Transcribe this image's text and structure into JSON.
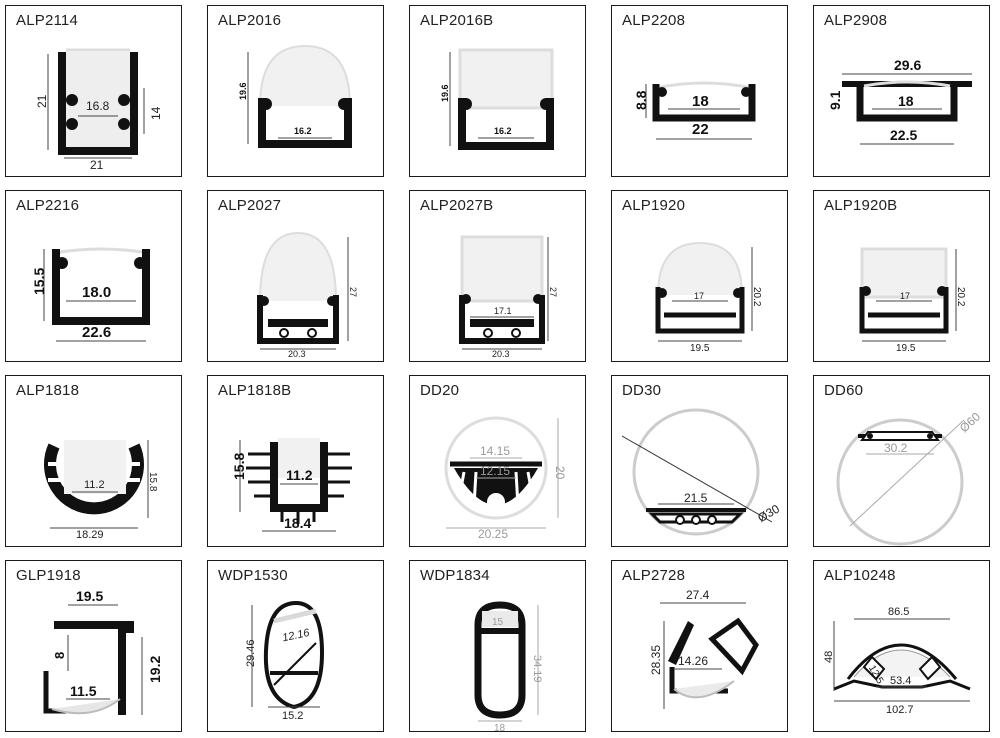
{
  "profiles": [
    {
      "name": "ALP2114",
      "dims": [
        "21",
        "16.8",
        "14",
        "21"
      ]
    },
    {
      "name": "ALP2016",
      "dims": [
        "19.6",
        "16.2"
      ]
    },
    {
      "name": "ALP2016B",
      "dims": [
        "19.6",
        "16.2"
      ]
    },
    {
      "name": "ALP2208",
      "dims": [
        "8.8",
        "18",
        "22"
      ]
    },
    {
      "name": "ALP2908",
      "dims": [
        "29.6",
        "9.1",
        "18",
        "22.5"
      ]
    },
    {
      "name": "ALP2216",
      "dims": [
        "15.5",
        "18.0",
        "22.6"
      ]
    },
    {
      "name": "ALP2027",
      "dims": [
        "27",
        "20.3"
      ]
    },
    {
      "name": "ALP2027B",
      "dims": [
        "27",
        "17.1",
        "20.3"
      ]
    },
    {
      "name": "ALP1920",
      "dims": [
        "17",
        "20.2",
        "19.5"
      ]
    },
    {
      "name": "ALP1920B",
      "dims": [
        "17",
        "20.2",
        "19.5"
      ]
    },
    {
      "name": "ALP1818",
      "dims": [
        "11.2",
        "15.8",
        "18.29"
      ]
    },
    {
      "name": "ALP1818B",
      "dims": [
        "15.8",
        "11.2",
        "18.4"
      ]
    },
    {
      "name": "DD20",
      "dims": [
        "14.15",
        "12.15",
        "20",
        "20.25"
      ]
    },
    {
      "name": "DD30",
      "dims": [
        "21.5",
        "Ø30"
      ]
    },
    {
      "name": "DD60",
      "dims": [
        "Ø60",
        "30.2"
      ]
    },
    {
      "name": "GLP1918",
      "dims": [
        "19.5",
        "8",
        "19.2",
        "11.5"
      ]
    },
    {
      "name": "WDP1530",
      "dims": [
        "12.16",
        "29.46",
        "15.2"
      ]
    },
    {
      "name": "WDP1834",
      "dims": [
        "15",
        "34.19",
        "18"
      ]
    },
    {
      "name": "ALP2728",
      "dims": [
        "27.4",
        "28.35",
        "14.26"
      ]
    },
    {
      "name": "ALP10248",
      "dims": [
        "86.5",
        "48",
        "12.5",
        "53.4",
        "102.7"
      ]
    }
  ]
}
